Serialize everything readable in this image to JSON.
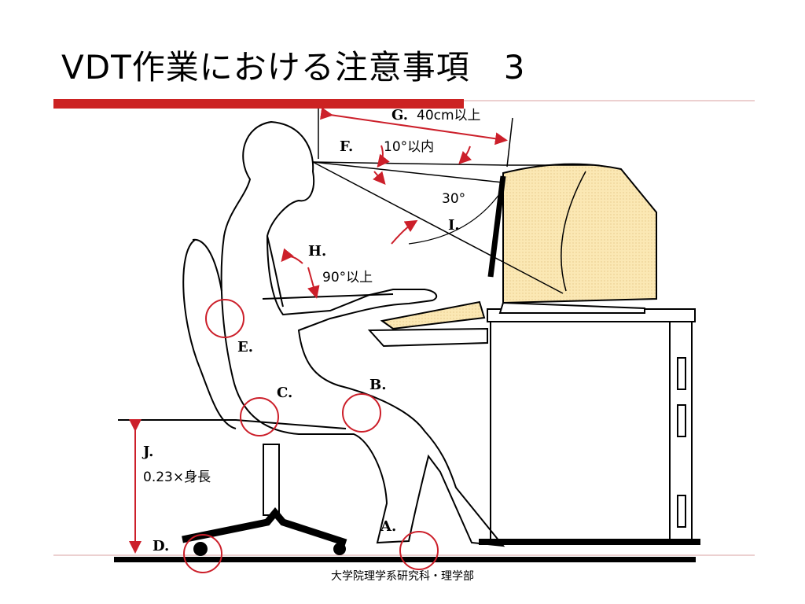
{
  "slide": {
    "title": "VDT作業における注意事項　3",
    "footer": "大学院理学系研究科・理学部",
    "accent_color": "#cc2222",
    "line_color": "#d9a0a0"
  },
  "diagram": {
    "labels": {
      "G": "G.",
      "G_note": "40cm以上",
      "F": "F.",
      "F_note": "10°以内",
      "I_angle": "30°",
      "I": "I.",
      "H": "H.",
      "H_note": "90°以上",
      "E": "E.",
      "C": "C.",
      "B": "B.",
      "J": "J.",
      "J_note": "0.23×身長",
      "A": "A.",
      "D": "D."
    },
    "colors": {
      "marker": "#cc1f2a",
      "monitor": "#fbe8b4"
    }
  }
}
